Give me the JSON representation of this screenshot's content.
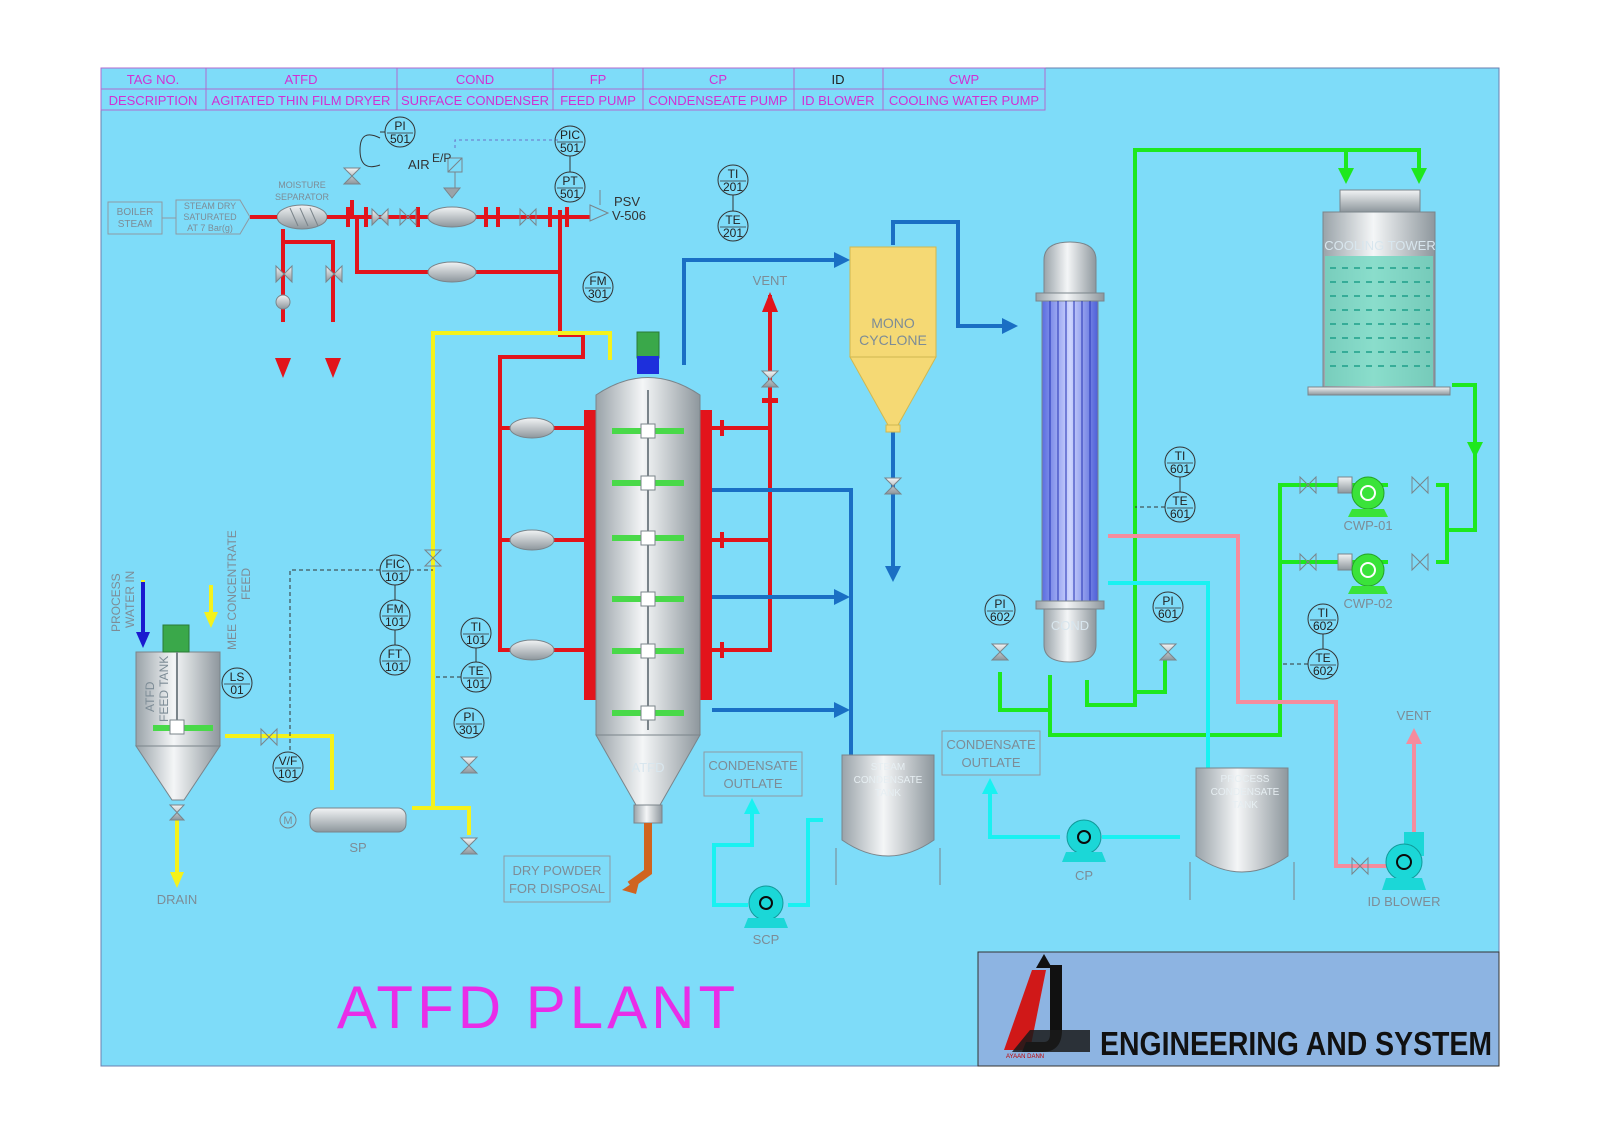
{
  "colors": {
    "background": "#7edcf9",
    "steam_line": "#e2141b",
    "feed_line": "#f4f21c",
    "vapor_line": "#1a6fc4",
    "cooling_water": "#1ee81e",
    "condensate": "#19f1f1",
    "vent_line": "#f58c9e",
    "title": "#e82de8",
    "table_text": "#d22fd2",
    "product_line": "#d06420"
  },
  "legend": {
    "header_tag": "TAG NO.",
    "header_desc": "DESCRIPTION",
    "items": [
      {
        "tag": "ATFD",
        "desc": "AGITATED THIN FILM DRYER"
      },
      {
        "tag": "COND",
        "desc": "SURFACE CONDENSER"
      },
      {
        "tag": "FP",
        "desc": "FEED PUMP"
      },
      {
        "tag": "CP",
        "desc": "CONDENSEATE PUMP"
      },
      {
        "tag": "ID",
        "desc": "ID BLOWER"
      },
      {
        "tag": "CWP",
        "desc": "COOLING WATER PUMP"
      }
    ]
  },
  "steam_section": {
    "boiler_line1": "BOILER",
    "boiler_line2": "STEAM",
    "steam_l1": "STEAM DRY",
    "steam_l2": "SATURATED",
    "steam_l3": "AT 7 Bar(g)",
    "moisture_l1": "MOISTURE",
    "moisture_l2": "SEPARATOR",
    "air_label": "AIR",
    "ep_label": "E/P",
    "psv_l1": "PSV",
    "psv_l2": "V-506"
  },
  "instruments": [
    {
      "tag": "PI",
      "num": "501"
    },
    {
      "tag": "PIC",
      "num": "501"
    },
    {
      "tag": "PT",
      "num": "501"
    },
    {
      "tag": "FM",
      "num": "301"
    },
    {
      "tag": "TI",
      "num": "201"
    },
    {
      "tag": "TE",
      "num": "201"
    },
    {
      "tag": "FIC",
      "num": "101"
    },
    {
      "tag": "FM",
      "num": "101"
    },
    {
      "tag": "FT",
      "num": "101"
    },
    {
      "tag": "TI",
      "num": "101"
    },
    {
      "tag": "TE",
      "num": "101"
    },
    {
      "tag": "PI",
      "num": "301"
    },
    {
      "tag": "V/F",
      "num": "101"
    },
    {
      "tag": "LS",
      "num": "01"
    },
    {
      "tag": "TI",
      "num": "601"
    },
    {
      "tag": "TE",
      "num": "601"
    },
    {
      "tag": "PI",
      "num": "602"
    },
    {
      "tag": "PI",
      "num": "601"
    },
    {
      "tag": "TI",
      "num": "602"
    },
    {
      "tag": "TE",
      "num": "602"
    }
  ],
  "equipment": {
    "atfd": "ATFD",
    "mono_l1": "MONO",
    "mono_l2": "CYCLONE",
    "cond": "COND",
    "cooling_tower": "COOLING TOWER",
    "cwp1": "CWP-01",
    "cwp2": "CWP-02",
    "sp": "SP",
    "scp": "SCP",
    "cp": "CP",
    "id_blower": "ID BLOWER",
    "motor": "M",
    "steam_tank_l1": "STEAM",
    "steam_tank_l2": "CONDENSATE",
    "steam_tank_l3": "TANK",
    "process_tank_l1": "PROCESS",
    "process_tank_l2": "CONDENSATE",
    "process_tank_l3": "TANK",
    "feed_tank_l1": "ATFD",
    "feed_tank_l2": "FEED TANK"
  },
  "labels": {
    "vent1": "VENT",
    "vent2": "VENT",
    "drain": "DRAIN",
    "process_water_l1": "PROCESS",
    "process_water_l2": "WATER IN",
    "mee_l1": "MEE CONCENTRATE",
    "mee_l2": "FEED",
    "cond_out1_l1": "CONDENSATE",
    "cond_out1_l2": "OUTLATE",
    "cond_out2_l1": "CONDENSATE",
    "cond_out2_l2": "OUTLATE",
    "dry_l1": "DRY POWDER",
    "dry_l2": "FOR DISPOSAL"
  },
  "title": "ATFD PLANT",
  "company": {
    "name": "ENGINEERING AND SYSTEM",
    "small": "AYAAN DANN"
  }
}
